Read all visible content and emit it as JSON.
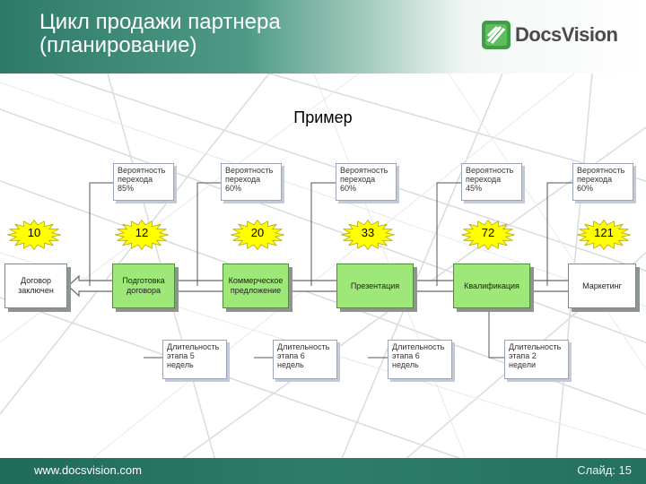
{
  "header": {
    "title": "Цикл продажи партнера\n(планирование)",
    "logo_text": "DocsVision"
  },
  "subtitle": "Пример",
  "stages": [
    {
      "label": "Договор\nзаключен",
      "count": "10",
      "highlight": false
    },
    {
      "label": "Подготовка\nдоговора",
      "count": "12",
      "highlight": true
    },
    {
      "label": "Коммерческое\nпредложение",
      "count": "20",
      "highlight": true
    },
    {
      "label": "Презентация",
      "count": "33",
      "highlight": true
    },
    {
      "label": "Квалификация",
      "count": "72",
      "highlight": true
    },
    {
      "label": "Маркетинг",
      "count": "121",
      "highlight": false
    }
  ],
  "probabilities": [
    "Вероятность\nперехода\n85%",
    "Вероятность\nперехода\n60%",
    "Вероятность\nперехода\n60%",
    "Вероятность\nперехода\n45%",
    "Вероятность\nперехода\n60%"
  ],
  "durations": [
    "Длительность\nэтапа 5\nнедель",
    "Длительность\nэтапа 6\nнедель",
    "Длительность\nэтапа 6\nнедель",
    "Длительность\nэтапа 2\nнедели"
  ],
  "footer": {
    "url": "www.docsvision.com",
    "slide": "Слайд: 15"
  },
  "colors": {
    "header_green": "#2e7a68",
    "node_green": "#9de878",
    "burst_yellow": "#ffff00"
  }
}
